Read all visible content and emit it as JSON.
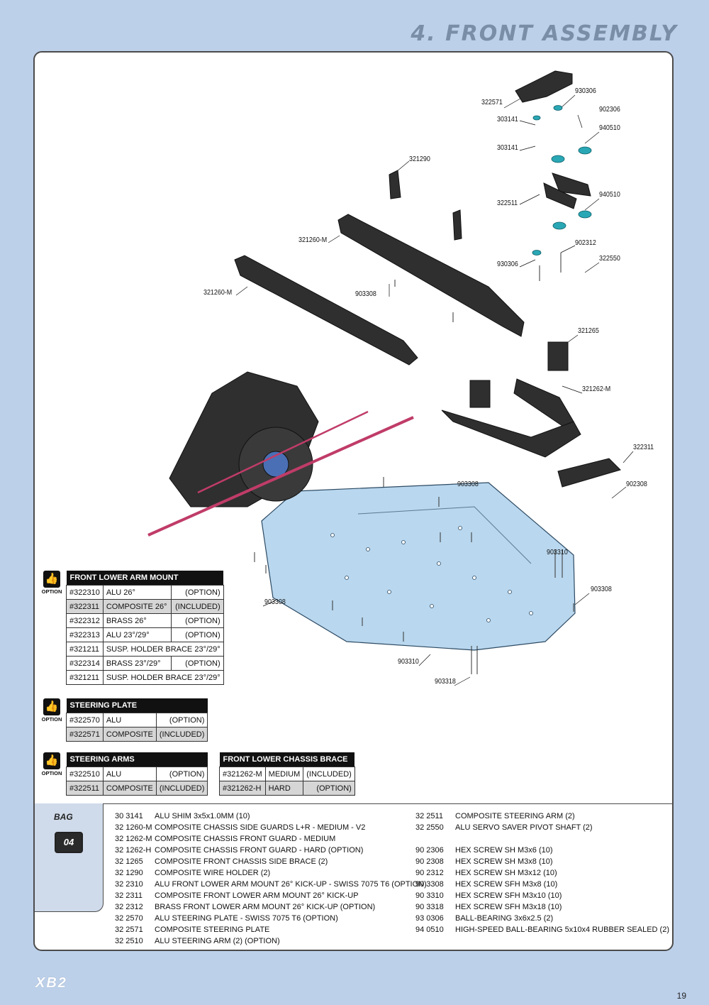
{
  "header": {
    "title": "4. FRONT ASSEMBLY"
  },
  "labels": [
    {
      "id": "l1",
      "text": "322571"
    },
    {
      "id": "l2",
      "text": "930306"
    },
    {
      "id": "l3",
      "text": "303141"
    },
    {
      "id": "l4",
      "text": "902306"
    },
    {
      "id": "l5",
      "text": "940510"
    },
    {
      "id": "l6",
      "text": "303141"
    },
    {
      "id": "l7",
      "text": "321290"
    },
    {
      "id": "l8",
      "text": "322511"
    },
    {
      "id": "l9",
      "text": "940510"
    },
    {
      "id": "l10",
      "text": "321260-M"
    },
    {
      "id": "l11",
      "text": "902312"
    },
    {
      "id": "l12",
      "text": "930306"
    },
    {
      "id": "l13",
      "text": "322550"
    },
    {
      "id": "l14",
      "text": "321260-M"
    },
    {
      "id": "l15",
      "text": "903308"
    },
    {
      "id": "l16",
      "text": "321265"
    },
    {
      "id": "l17",
      "text": "321262-M"
    },
    {
      "id": "l18",
      "text": "322311"
    },
    {
      "id": "l19",
      "text": "903308"
    },
    {
      "id": "l20",
      "text": "902308"
    },
    {
      "id": "l21",
      "text": "903310"
    },
    {
      "id": "l22",
      "text": "903308"
    },
    {
      "id": "l23",
      "text": "903308"
    },
    {
      "id": "l24",
      "text": "903310"
    },
    {
      "id": "l25",
      "text": "903318"
    }
  ],
  "option_label": "OPTION",
  "option_tables": {
    "front_lower_arm_mount": {
      "title": "FRONT LOWER ARM MOUNT",
      "rows": [
        {
          "part": "#322310",
          "name": "ALU 26°",
          "status": "(OPTION)"
        },
        {
          "part": "#322311",
          "name": "COMPOSITE 26°",
          "status": "(INCLUDED)"
        },
        {
          "part": "#322312",
          "name": "BRASS 26°",
          "status": "(OPTION)"
        },
        {
          "part": "#322313",
          "name": "ALU 23°/29°",
          "status": "(OPTION)"
        },
        {
          "part": "#321211",
          "name": "SUSP. HOLDER BRACE 23°/29°",
          "status": ""
        },
        {
          "part": "#322314",
          "name": "BRASS 23°/29°",
          "status": "(OPTION)"
        },
        {
          "part": "#321211",
          "name": "SUSP. HOLDER BRACE 23°/29°",
          "status": ""
        }
      ]
    },
    "steering_plate": {
      "title": "STEERING PLATE",
      "rows": [
        {
          "part": "#322570",
          "name": "ALU",
          "status": "(OPTION)"
        },
        {
          "part": "#322571",
          "name": "COMPOSITE",
          "status": "(INCLUDED)"
        }
      ]
    },
    "steering_arms": {
      "title": "STEERING ARMS",
      "rows": [
        {
          "part": "#322510",
          "name": "ALU",
          "status": "(OPTION)"
        },
        {
          "part": "#322511",
          "name": "COMPOSITE",
          "status": "(INCLUDED)"
        }
      ]
    },
    "front_lower_chassis_brace": {
      "title": "FRONT LOWER CHASSIS BRACE",
      "rows": [
        {
          "part": "#321262-M",
          "name": "MEDIUM",
          "status": "(INCLUDED)"
        },
        {
          "part": "#321262-H",
          "name": "HARD",
          "status": "(OPTION)"
        }
      ]
    }
  },
  "bag": {
    "label": "BAG",
    "number": "04"
  },
  "parts_left": [
    {
      "no": "30 3141",
      "desc": "ALU SHIM 3x5x1.0MM (10)"
    },
    {
      "no": "32 1260-M",
      "desc": "COMPOSITE CHASSIS SIDE GUARDS L+R - MEDIUM - V2"
    },
    {
      "no": "32 1262-M",
      "desc": "COMPOSITE CHASSIS FRONT GUARD - MEDIUM"
    },
    {
      "no": "32 1262-H",
      "desc": "COMPOSITE CHASSIS FRONT GUARD - HARD (OPTION)"
    },
    {
      "no": "32 1265",
      "desc": "COMPOSITE FRONT CHASSIS SIDE BRACE (2)"
    },
    {
      "no": "32 1290",
      "desc": "COMPOSITE WIRE HOLDER (2)"
    },
    {
      "no": "32 2310",
      "desc": "ALU FRONT LOWER ARM MOUNT 26° KICK-UP - SWISS 7075 T6 (OPTION)"
    },
    {
      "no": "32 2311",
      "desc": "COMPOSITE FRONT LOWER ARM MOUNT 26° KICK-UP"
    },
    {
      "no": "32 2312",
      "desc": "BRASS FRONT LOWER ARM MOUNT 26° KICK-UP (OPTION)"
    },
    {
      "no": "32 2570",
      "desc": "ALU STEERING PLATE - SWISS 7075 T6 (OPTION)"
    },
    {
      "no": "32 2571",
      "desc": "COMPOSITE STEERING PLATE"
    },
    {
      "no": "32 2510",
      "desc": "ALU STEERING ARM (2) (OPTION)"
    }
  ],
  "parts_right": [
    {
      "no": "32 2511",
      "desc": "COMPOSITE STEERING ARM (2)"
    },
    {
      "no": "32 2550",
      "desc": "ALU SERVO SAVER PIVOT SHAFT (2)"
    },
    {
      "no": "",
      "desc": ""
    },
    {
      "no": "90 2306",
      "desc": "HEX SCREW  SH M3x6  (10)"
    },
    {
      "no": "90 2308",
      "desc": "HEX SCREW  SH M3x8  (10)"
    },
    {
      "no": "90 2312",
      "desc": "HEX SCREW  SH M3x12  (10)"
    },
    {
      "no": "90 3308",
      "desc": "HEX SCREW  SFH M3x8  (10)"
    },
    {
      "no": "90 3310",
      "desc": "HEX SCREW  SFH M3x10  (10)"
    },
    {
      "no": "90 3318",
      "desc": "HEX SCREW  SFH M3x18  (10)"
    },
    {
      "no": "93 0306",
      "desc": "BALL-BEARING 3x6x2.5  (2)"
    },
    {
      "no": "94 0510",
      "desc": "HIGH-SPEED BALL-BEARING 5x10x4 RUBBER SEALED  (2)"
    }
  ],
  "footer": {
    "logo": "XB2",
    "page_number": "19"
  }
}
